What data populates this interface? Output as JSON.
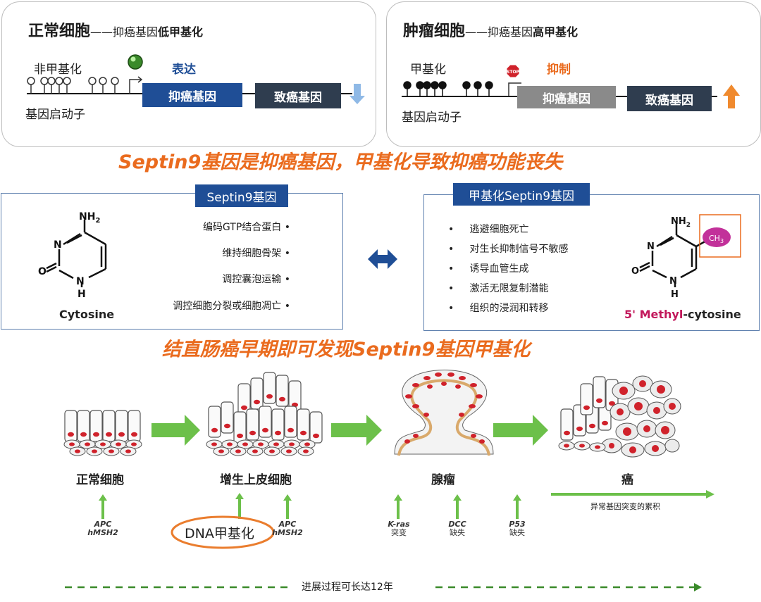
{
  "top_left": {
    "title": "正常细胞",
    "dash": "——",
    "subtitle_prefix": "抑癌基因",
    "subtitle_emph": "低甲基化",
    "unmethylated_label": "非甲基化",
    "expression_label": "表达",
    "tumor_suppressor_box": "抑癌基因",
    "oncogene_box": "致癌基因",
    "promoter_label": "基因启动子",
    "oncogene_trend": "down"
  },
  "top_right": {
    "title": "肿瘤细胞",
    "dash": "——",
    "subtitle_prefix": "抑癌基因",
    "subtitle_emph": "高甲基化",
    "methylated_label": "甲基化",
    "stop_sign": "STOP",
    "inhibit_label": "抑制",
    "tumor_suppressor_box": "抑癌基因",
    "oncogene_box": "致癌基因",
    "promoter_label": "基因启动子",
    "oncogene_trend": "up"
  },
  "headline1": "Septin9基因是抑癌基因，甲基化导致抑癌功能丧失",
  "left_mid": {
    "title": "Septin9基因",
    "molecule_label": "Cytosine",
    "atoms": {
      "nh2": "NH",
      "sub2": "2",
      "n": "N",
      "o": "O",
      "h": "H"
    },
    "functions": [
      "编码GTP结合蛋白",
      "维持细胞骨架",
      "调控囊泡运输",
      "调控细胞分裂或细胞凋亡"
    ]
  },
  "right_mid": {
    "title": "甲基化Septin9基因",
    "effects": [
      "逃避细胞死亡",
      "对生长抑制信号不敏感",
      "诱导血管生成",
      "激活无限复制潜能",
      "组织的浸润和转移"
    ],
    "molecule_label_prefix": "5' Methyl",
    "molecule_label_suffix": "-cytosine",
    "ch3": "CH",
    "ch3_sub": "3"
  },
  "headline2": "结直肠癌早期即可发现Septin9基因甲基化",
  "stages": [
    "正常细胞",
    "增生上皮细胞",
    "腺瘤",
    "癌"
  ],
  "genes": [
    {
      "name1": "APC",
      "name2": "hMSH2",
      "note": ""
    },
    {
      "name1": "APC",
      "name2": "hMSH2",
      "note": ""
    },
    {
      "name1": "K-ras",
      "name2": "",
      "note": "突变"
    },
    {
      "name1": "DCC",
      "name2": "",
      "note": "缺失"
    },
    {
      "name1": "P53",
      "name2": "",
      "note": "缺失"
    }
  ],
  "dna_methylation_label": "DNA甲基化",
  "accumulation_label": "异常基因突变的累积",
  "timeline_label": "进展过程可长达12年",
  "colors": {
    "orange": "#ea6b1e",
    "navy": "#1f4e96",
    "dark_box": "#2f3d4f",
    "grey_box": "#8a8a8a",
    "green": "#6cc04a",
    "cell_red": "#d0222b"
  }
}
